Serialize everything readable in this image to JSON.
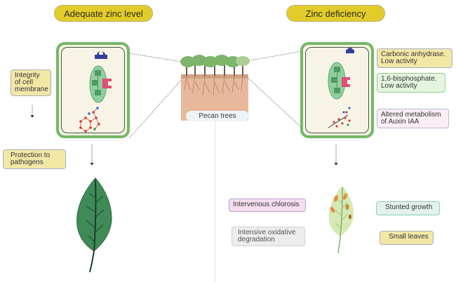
{
  "left_panel": {
    "title": "Adequate zinc level",
    "labels": {
      "integrity": "Integrity of cell membrane",
      "protection": "Protection to pathogens"
    },
    "leaf": "healthy-green-leaf"
  },
  "center": {
    "label": "Pecan trees"
  },
  "right_panel": {
    "title": "Zinc deficiency",
    "cell_labels": {
      "carbonic": "Carbonic anhydrase. Low activity",
      "bisphosphate": "1,6-bisphosphate. Low activity",
      "auxin": "Altered metabolism of Auxin IAA"
    },
    "symptoms": {
      "chlorosis": "Intervenous chlorosis",
      "oxidative": "Intensive oxidative degradation",
      "stunted": "Stunted growth",
      "small_leaves": "Small leaves"
    },
    "leaf": "chlorotic-spotted-leaf"
  },
  "colors": {
    "title_pill": "#e2cc2a",
    "cell_border": "#74b866",
    "cell_fill": "#f7f4e6",
    "healthy_leaf": "#3f8a57",
    "chlorotic_leaf": "#d6e8b3",
    "receptor": "#34409a",
    "enzyme": "#e04d76",
    "chloroplast": "#8fcf9e"
  }
}
